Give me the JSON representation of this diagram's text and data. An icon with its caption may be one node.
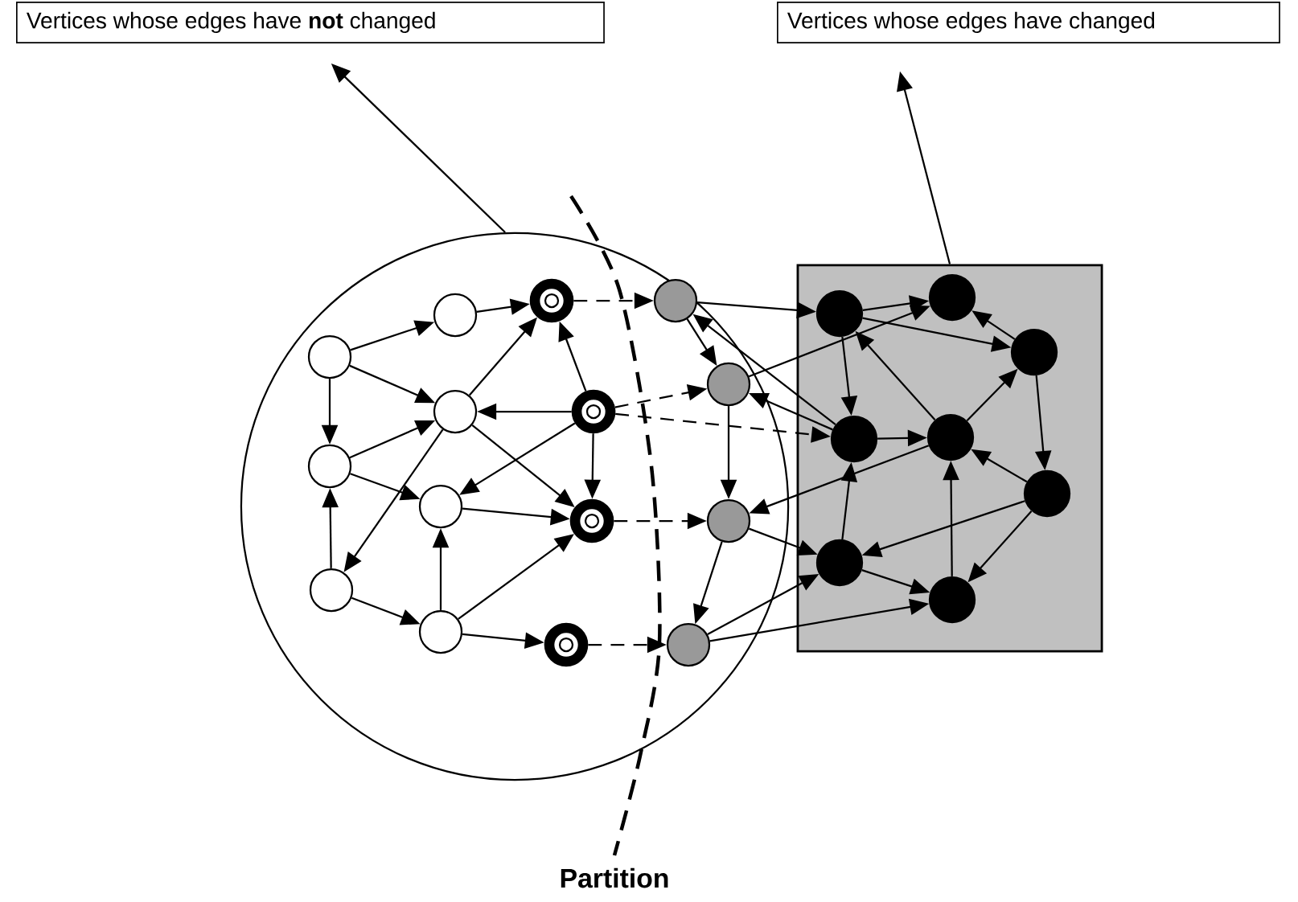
{
  "diagram": {
    "nodes": [
      {
        "text": [
          "Vertices whose edges have **not** changed"
        ]
      },
      {
        "text": [
          "Vertices whose edges have changed"
        ]
      },
      {
        "text": [],
        "shape": "circle"
      },
      {
        "text": [],
        "shape": "box"
      },
      {
        "text": [],
        "shape": "circle",
        "in": 2
      },
      {
        "text": [],
        "shape": "circle",
        "in": 2
      },
      {
        "text": [],
        "shape": "circle",
        "in": 2
      },
      {
        "text": [],
        "shape": "circle",
        "in": 2
      },
      {
        "text": [],
        "shape": "circle",
        "in": 2
      },
      {
        "text": [],
        "shape": "circle",
        "in": 2
      },
      {
        "text": [],
        "shape": "circle",
        "in": 2
      },
      {
        "text": [],
        "shape": "ring",
        "in": 2
      },
      {
        "text": [],
        "shape": "ring",
        "in": 2
      },
      {
        "text": [],
        "shape": "ring",
        "in": 2
      },
      {
        "text": [],
        "shape": "ring",
        "in": 2
      },
      {
        "text": [],
        "shape": "circle",
        "in": 2
      },
      {
        "text": [],
        "shape": "circle",
        "in": 2
      },
      {
        "text": [],
        "shape": "circle",
        "in": 2
      },
      {
        "text": [],
        "shape": "circle",
        "in": 2
      },
      {
        "text": [],
        "shape": "circle",
        "in": 3
      },
      {
        "text": [],
        "shape": "circle",
        "in": 3
      },
      {
        "text": [],
        "shape": "circle",
        "in": 3
      },
      {
        "text": [],
        "shape": "circle",
        "in": 3
      },
      {
        "text": [],
        "shape": "circle",
        "in": 3
      },
      {
        "text": [],
        "shape": "circle",
        "in": 3
      },
      {
        "text": [],
        "shape": "circle",
        "in": 3
      },
      {
        "text": [],
        "shape": "circle",
        "in": 3
      }
    ],
    "edges": [
      {
        "from": 2,
        "to": 0,
        "arrow": "to"
      },
      {
        "from": 3,
        "to": 1,
        "arrow": "to"
      },
      {
        "from": 4,
        "to": 5,
        "arrow": "to"
      },
      {
        "from": 4,
        "to": 6,
        "arrow": "to"
      },
      {
        "from": 4,
        "to": 7,
        "arrow": "to"
      },
      {
        "from": 7,
        "to": 6,
        "arrow": "to"
      },
      {
        "from": 7,
        "to": 8,
        "arrow": "to"
      },
      {
        "from": 5,
        "to": 11,
        "arrow": "to"
      },
      {
        "from": 6,
        "to": 11,
        "arrow": "to"
      },
      {
        "from": 12,
        "to": 6,
        "arrow": "to"
      },
      {
        "from": 12,
        "to": 8,
        "arrow": "to"
      },
      {
        "from": 6,
        "to": 9,
        "arrow": "to"
      },
      {
        "from": 6,
        "to": 13,
        "arrow": "to"
      },
      {
        "from": 9,
        "to": 7,
        "arrow": "to"
      },
      {
        "from": 9,
        "to": 10,
        "arrow": "to"
      },
      {
        "from": 10,
        "to": 8,
        "arrow": "to"
      },
      {
        "from": 10,
        "to": 14,
        "arrow": "to"
      },
      {
        "from": 10,
        "to": 13,
        "arrow": "to"
      },
      {
        "from": 8,
        "to": 13,
        "arrow": "to"
      },
      {
        "from": 12,
        "to": 11,
        "arrow": "to"
      },
      {
        "from": 12,
        "to": 13,
        "arrow": "to"
      },
      {
        "from": 11,
        "to": 15,
        "arrow": "to",
        "style": "dashed"
      },
      {
        "from": 12,
        "to": 16,
        "arrow": "to",
        "style": "dashed"
      },
      {
        "from": 12,
        "to": 22,
        "arrow": "to",
        "style": "dashed"
      },
      {
        "from": 13,
        "to": 17,
        "arrow": "to",
        "style": "dashed"
      },
      {
        "from": 14,
        "to": 18,
        "arrow": "to",
        "style": "dashed"
      },
      {
        "from": 15,
        "to": 16,
        "arrow": "to"
      },
      {
        "from": 16,
        "to": 17,
        "arrow": "to"
      },
      {
        "from": 17,
        "to": 18,
        "arrow": "to"
      },
      {
        "from": 15,
        "to": 19,
        "arrow": "to"
      },
      {
        "from": 22,
        "to": 15,
        "arrow": "to"
      },
      {
        "from": 22,
        "to": 16,
        "arrow": "to"
      },
      {
        "from": 16,
        "to": 20,
        "arrow": "to"
      },
      {
        "from": 23,
        "to": 17,
        "arrow": "to"
      },
      {
        "from": 17,
        "to": 25,
        "arrow": "to"
      },
      {
        "from": 18,
        "to": 25,
        "arrow": "to"
      },
      {
        "from": 18,
        "to": 26,
        "arrow": "to"
      },
      {
        "from": 19,
        "to": 20,
        "arrow": "to"
      },
      {
        "from": 19,
        "to": 21,
        "arrow": "to"
      },
      {
        "from": 19,
        "to": 22,
        "arrow": "to"
      },
      {
        "from": 21,
        "to": 20,
        "arrow": "to"
      },
      {
        "from": 23,
        "to": 21,
        "arrow": "to"
      },
      {
        "from": 23,
        "to": 19,
        "arrow": "to"
      },
      {
        "from": 22,
        "to": 23,
        "arrow": "to"
      },
      {
        "from": 21,
        "to": 24,
        "arrow": "to"
      },
      {
        "from": 24,
        "to": 23,
        "arrow": "to"
      },
      {
        "from": 24,
        "to": 25,
        "arrow": "to"
      },
      {
        "from": 24,
        "to": 26,
        "arrow": "to"
      },
      {
        "from": 26,
        "to": 23,
        "arrow": "to"
      },
      {
        "from": 25,
        "to": 22,
        "arrow": "to"
      },
      {
        "from": 25,
        "to": 26,
        "arrow": "to"
      }
    ],
    "labels": [
      "Partition"
    ]
  }
}
